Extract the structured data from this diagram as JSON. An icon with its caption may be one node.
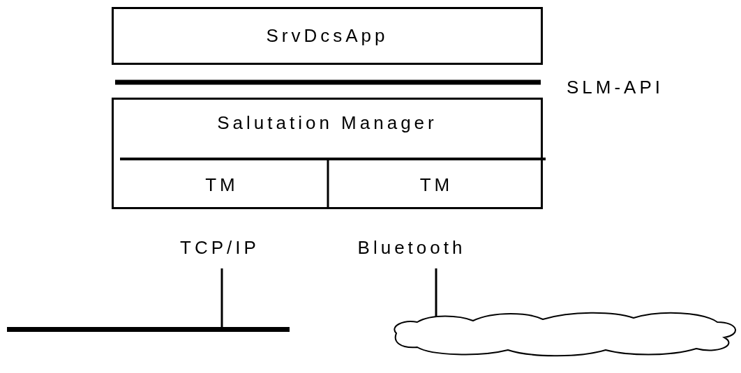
{
  "diagram": {
    "nodes": [
      {
        "text": [
          "SrvDcsApp"
        ]
      },
      {
        "text": [
          "Salutation Manager"
        ]
      },
      {
        "text": [
          "TM"
        ],
        "in": 1
      },
      {
        "text": [
          "TM"
        ],
        "in": 1
      },
      {
        "text": [
          "TCP/IP"
        ]
      },
      {
        "text": [],
        "shape": "bar"
      },
      {
        "text": [
          "Bluetooth"
        ]
      },
      {
        "text": [],
        "shape": "cloud"
      }
    ],
    "edges": [
      {
        "from": 4,
        "to": 5,
        "arrow": "none"
      },
      {
        "from": 6,
        "to": 7,
        "arrow": "none"
      }
    ],
    "labels": [
      "SLM-API"
    ]
  }
}
